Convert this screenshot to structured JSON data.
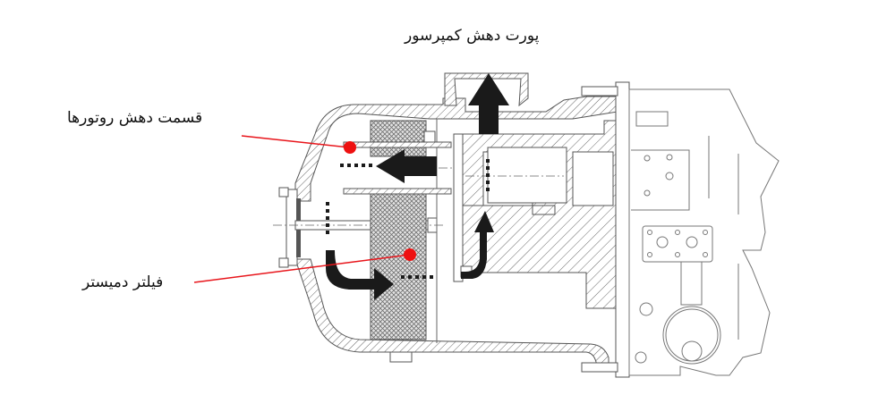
{
  "diagram": {
    "title": "Screw compressor oil separator cross-section",
    "labels": {
      "discharge_port": "پورت دهش کمپرسور",
      "rotor_discharge": "قسمت دهش روتورها",
      "demister_filter": "فیلتر دمیستر"
    },
    "colors": {
      "callout_line": "#e8151b",
      "callout_dot": "#ee1111",
      "flow_arrow": "#1a1a1a",
      "outline": "#555555",
      "hatch": "#777777",
      "background": "#ffffff"
    },
    "flow_arrows": [
      {
        "id": "arrow-up-outlet",
        "direction": "up",
        "meaning": "gas exits through discharge port"
      },
      {
        "id": "arrow-left-tube",
        "direction": "left",
        "meaning": "gas flows from rotors into separator"
      },
      {
        "id": "arrow-curve-down-right",
        "direction": "down-then-right",
        "meaning": "gas passes through demister"
      },
      {
        "id": "arrow-curve-up",
        "direction": "right-then-up",
        "meaning": "gas rises toward outlet"
      }
    ]
  }
}
